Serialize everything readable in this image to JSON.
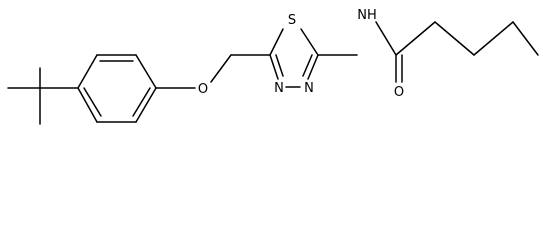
{
  "molecule": {
    "atoms": {
      "sulfur": "S",
      "oxygen_ether": "O",
      "amide_nitrogen": "NH",
      "carbonyl_oxygen": "O",
      "ring_nitrogen_3": "N",
      "ring_nitrogen_4": "N"
    }
  }
}
